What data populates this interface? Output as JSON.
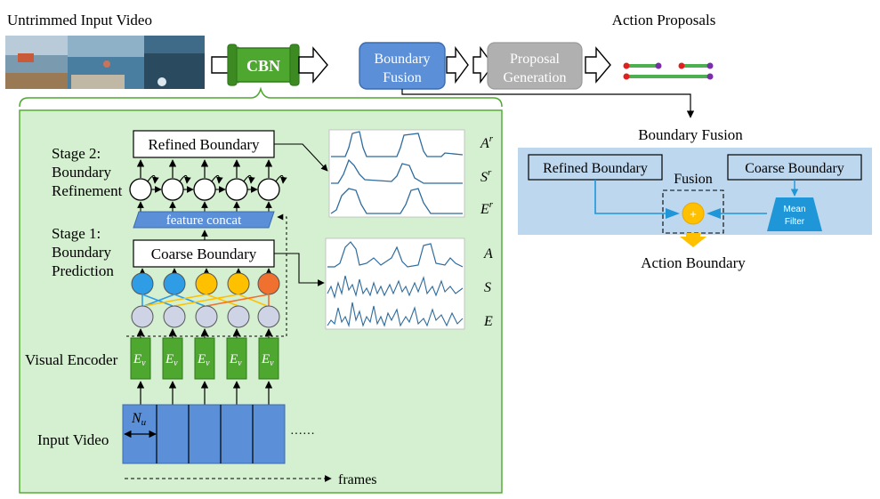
{
  "labels": {
    "untrimmed_input": "Untrimmed Input Video",
    "action_proposals": "Action Proposals",
    "cbn": "CBN",
    "boundary_fusion_block": [
      "Boundary",
      "Fusion"
    ],
    "proposal_generation_block": [
      "Proposal",
      "Generation"
    ],
    "stage2": [
      "Stage 2:",
      "Boundary",
      "Refinement"
    ],
    "stage1": [
      "Stage 1:",
      "Boundary",
      "Prediction"
    ],
    "refined_boundary": "Refined Boundary",
    "coarse_boundary": "Coarse Boundary",
    "feature_concat": "feature concat",
    "visual_encoder": "Visual Encoder",
    "encoder_symbol": "E",
    "encoder_subscript": "v",
    "input_video": "Input Video",
    "nu_symbol": "N",
    "nu_subscript": "u",
    "dots": "······",
    "frames": "frames",
    "curve_labels_refined": [
      {
        "base": "A",
        "sup": "r"
      },
      {
        "base": "S",
        "sup": "r"
      },
      {
        "base": "E",
        "sup": "r"
      }
    ],
    "curve_labels_coarse": [
      "A",
      "S",
      "E"
    ],
    "fusion_panel": {
      "title": "Boundary Fusion",
      "refined_boundary": "Refined Boundary",
      "coarse_boundary": "Coarse Boundary",
      "fusion": "Fusion",
      "mean_filter": [
        "Mean",
        "Filter"
      ],
      "action_boundary": "Action Boundary",
      "plus": "+"
    }
  },
  "colors": {
    "green_panel": "#d5f0d0",
    "green_block": "#4ea72e",
    "blue_block": "#5b8fd8",
    "gray_block": "#b0b0b0",
    "fusion_bg": "#bdd7ee",
    "curve": "#2e6b9c",
    "feature_circles": [
      "#2e9de6",
      "#2e9de6",
      "#ffc000",
      "#ffc000",
      "#f07030"
    ],
    "base_circle": "#cfd3e6",
    "mean_filter": "#1e96d8",
    "fusion_node": "#ffc000"
  },
  "proposals": [
    {
      "line": "#4caf50",
      "start": "#e02020",
      "end": "#7a2ea8"
    },
    {
      "line": "#4caf50",
      "start": "#e02020",
      "end": "#7a2ea8"
    }
  ]
}
